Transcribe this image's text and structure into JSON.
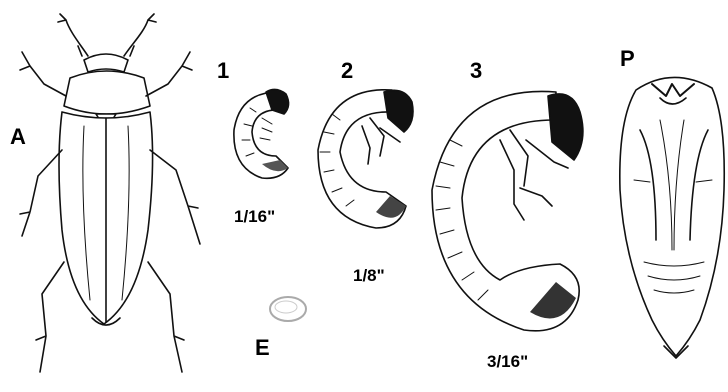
{
  "labels": {
    "adult": "A",
    "stage1": "1",
    "stage2": "2",
    "stage3": "3",
    "pupa": "P",
    "egg": "E"
  },
  "sizes": {
    "stage1": "1/16\"",
    "stage2": "1/8\"",
    "stage3": "3/16\""
  },
  "colors": {
    "ink": "#000000",
    "paper": "#ffffff"
  }
}
